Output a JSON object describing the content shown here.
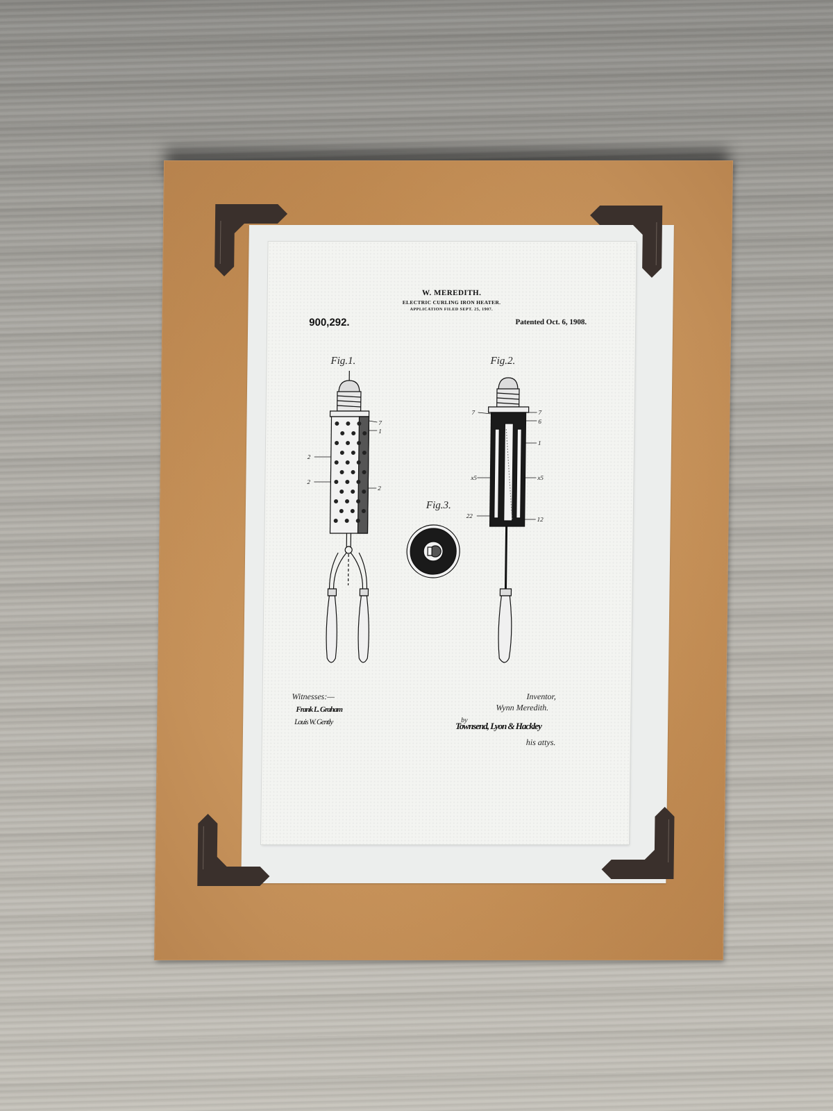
{
  "scene": {
    "description": "Vintage patent print mounted on brown kraft board with four dark photo corners, on grey wood table",
    "colors": {
      "wood": "#a9a7a1",
      "kraft_board": "#c8945c",
      "mat": "#eceeed",
      "paper": "#f3f4f1",
      "photo_corner": "#3a302c",
      "ink": "#111111"
    }
  },
  "patent": {
    "inventor_header": "W. MEREDITH.",
    "title": "ELECTRIC CURLING IRON HEATER.",
    "application": "APPLICATION FILED SEPT. 25, 1907.",
    "number": "900,292.",
    "patented": "Patented Oct. 6, 1908."
  },
  "figures": {
    "fig1": "Fig.1.",
    "fig2": "Fig.2.",
    "fig3": "Fig.3."
  },
  "signatures": {
    "witnesses_label": "Witnesses:—",
    "witness1": "Frank L. Graham",
    "witness2": "Louis W. Gently",
    "inventor_label": "Inventor,",
    "inventor_name": "Wynn Meredith.",
    "by": "by",
    "attorneys": "Townsend, Lyon & Hackley",
    "attys_label": "his attys."
  }
}
